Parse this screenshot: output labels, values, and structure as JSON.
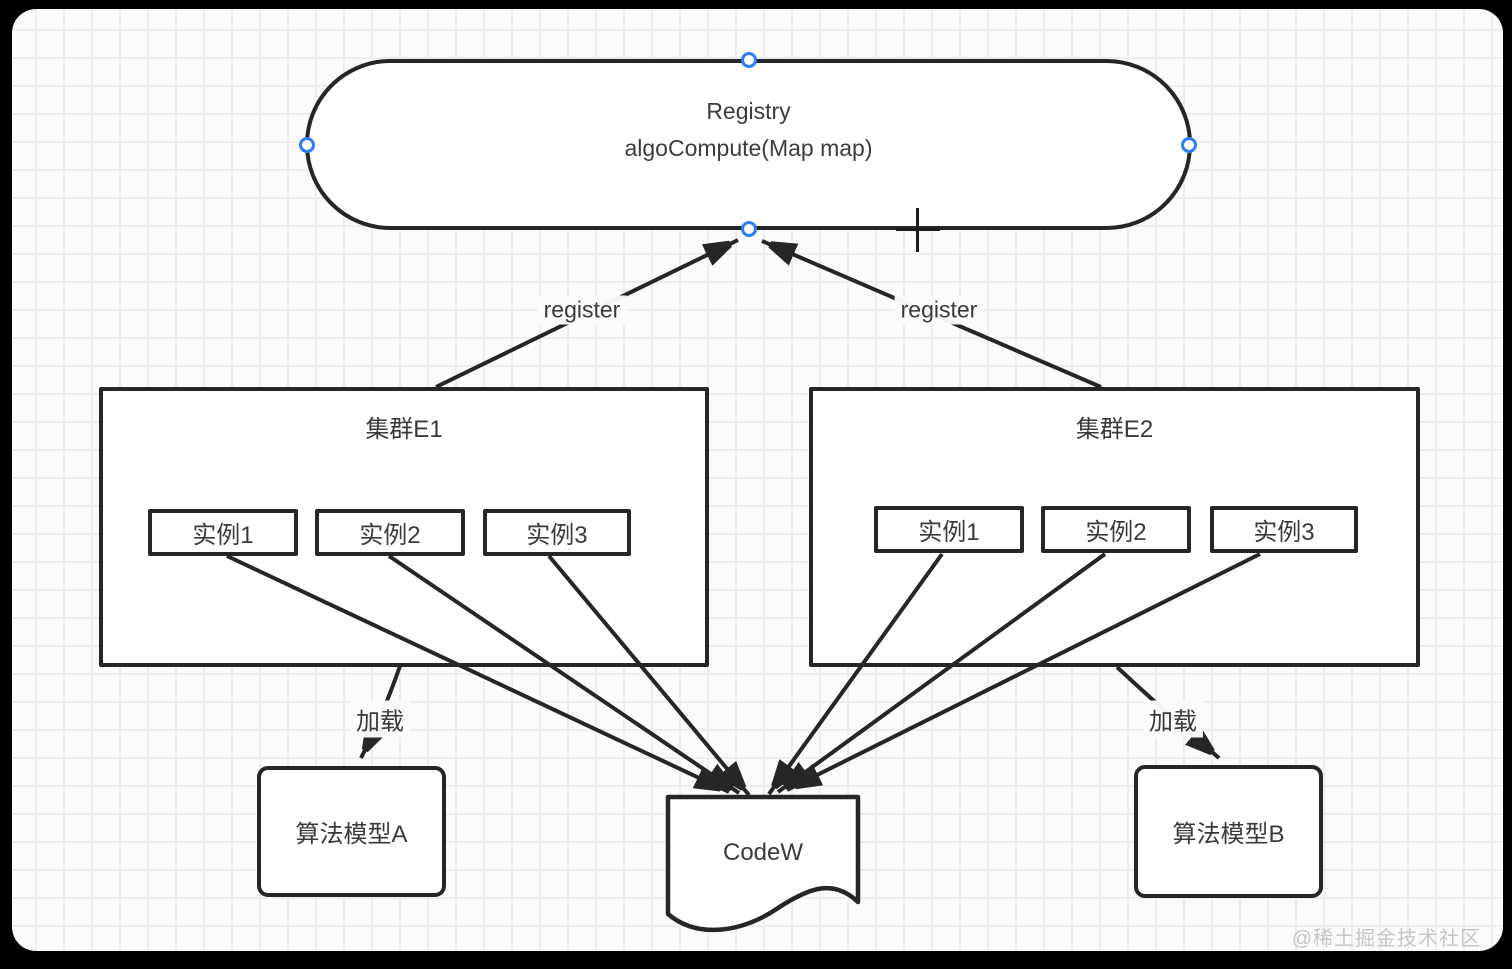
{
  "diagram": {
    "registry": {
      "title": "Registry",
      "subtitle": "algoCompute(Map map)"
    },
    "clusters": [
      {
        "title": "集群E1",
        "instances": [
          "实例1",
          "实例2",
          "实例3"
        ]
      },
      {
        "title": "集群E2",
        "instances": [
          "实例1",
          "实例2",
          "实例3"
        ]
      }
    ],
    "models": [
      {
        "label": "算法模型A"
      },
      {
        "label": "算法模型B"
      }
    ],
    "document": {
      "label": "CodeW"
    },
    "edge_labels": {
      "register_left": "register",
      "register_right": "register",
      "load_left": "加载",
      "load_right": "加载"
    }
  },
  "watermark": "@稀土掘金技术社区",
  "colors": {
    "stroke": "#262626",
    "text": "#3a3a3a",
    "handle_blue": "#2f7df5",
    "canvas_bg": "#fbfbfb",
    "grid_line": "#ededed",
    "frame_bg": "#000000",
    "watermark": "#c6c6c6"
  }
}
